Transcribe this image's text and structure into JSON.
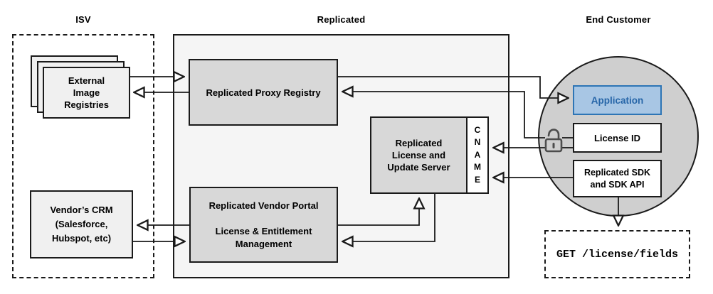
{
  "diagram": {
    "sections": {
      "isv_label": "ISV",
      "replicated_label": "Replicated",
      "end_customer_label": "End Customer"
    },
    "isv": {
      "external_image_registries": "External\nImage\nRegistries",
      "vendor_crm": "Vendor’s CRM\n(Salesforce,\nHubspot, etc)"
    },
    "replicated": {
      "proxy_registry": "Replicated Proxy Registry",
      "license_update_server": "Replicated\nLicense and\nUpdate Server",
      "cname": "C\nN\nA\nM\nE",
      "vendor_portal": "Replicated Vendor Portal\n\nLicense & Entitlement\nManagement"
    },
    "end_customer": {
      "application": "Application",
      "license_id": "License ID",
      "replicated_sdk": "Replicated SDK\nand SDK API",
      "get_request": "GET /license/fields"
    },
    "icons": {
      "unlock_icon": "open-padlock"
    },
    "connections": [
      {
        "from": "external-image-registries",
        "to": "replicated-proxy-registry",
        "direction": "right"
      },
      {
        "from": "replicated-proxy-registry",
        "to": "external-image-registries",
        "direction": "left"
      },
      {
        "from": "replicated-proxy-registry",
        "to": "application",
        "direction": "right"
      },
      {
        "from": "license-id",
        "to": "replicated-proxy-registry",
        "via": "unlock-icon",
        "direction": "left"
      },
      {
        "from": "license-id",
        "to": "cname",
        "via": "unlock-icon",
        "direction": "left"
      },
      {
        "from": "replicated-sdk",
        "to": "cname",
        "direction": "left"
      },
      {
        "from": "vendor-portal",
        "to": "vendor-crm",
        "direction": "left"
      },
      {
        "from": "vendor-crm",
        "to": "vendor-portal",
        "direction": "right"
      },
      {
        "from": "vendor-portal",
        "to": "license-update-server",
        "direction": "up"
      },
      {
        "from": "license-update-server",
        "to": "vendor-portal",
        "direction": "left"
      },
      {
        "from": "replicated-sdk",
        "to": "get-license-fields",
        "direction": "down"
      }
    ],
    "colors": {
      "application_fill": "#a8c6e4",
      "application_border": "#2e75b5",
      "application_text": "#2766a8",
      "box_gray": "#d8d8d8",
      "outer_gray": "#f5f5f5",
      "light_box": "#f0f0f0",
      "circle_gray": "#cfcfcf",
      "line_color": "#1a1a1a"
    }
  }
}
